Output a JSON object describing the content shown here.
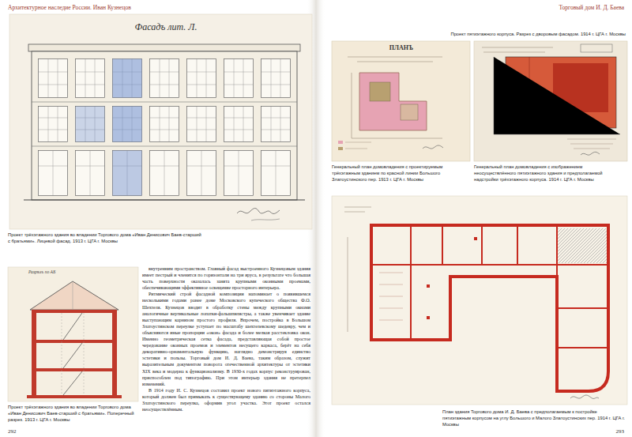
{
  "diagram": {
    "labels": [
      "Архитектурное наследие России. Иван Кузнецов",
      "Торговый дом И. Д. Баева",
      "Фасадъ лит. Л.",
      "Проект трёхэтажного здания во владении Торгового дома «Иван Денисович Баев-старший с братьями». Лицевой фасад. 1913 г. ЦГА г. Москвы",
      "Разрѣзъ по АБ",
      "Проект трёхэтажного здания во владении Торгового дома «Иван Денисович Баев-старший с братьями». Поперечный разрез. 1913 г. ЦГА г. Москвы",
      "внутренним пространством. Главный фасад выстроенного Кузнецовым здания имеет пестрый и членится по горизонтали на три яруса, в результате что большая часть поверхности оказалась занята крупными оконными проемами, обеспечивающими эффективное освещение просторного интерьера.",
      "Ритмический строй фасадной композиции напоминает о появившемся несколькими годами ранее доме Московского купеческого общества Ф.О. Шехтеля. Кузнецов вводит в обработку стены между крупными окнами аналогичные вертикальные лопатки-фальшпилястры, а также увенчивает здание выступающим карнизом простого профиля. Впрочем, постройка в Большом Златоустинском переулке уступает по масштабу шехтелевскому шедевру, чем и объясняются иные пропорции «окон» фасада и более мелкая расстекловка окон. Именно геометрическая сетка фасада, представляющая собой простое чередование оконных проемов и элементов несущего каркаса, берёт на себя декоративно-орнаментальную функцию, наглядно демонстрируя единство эстетики и пользы. Торговый дом И. Д. Баева, таким образом, служит выразительным документом поворота отечественной архитектуры от эстетики XIX века и модерна к функционализму. В 1930-х годах корпус реконструирован, приспособлен под типографию. При этом интерьер здания не претерпел изменений.",
      "В 1914 году И. С. Кузнецов составил проект нового пятиэтажного корпуса, который должен был примыкать к существующему зданию со стороны Малого Златоустинского переулка, оформив угол участка. Этот проект остался неосуществлённым.",
      "Проект пятиэтажного корпуса. Разрез с дворовым фасадом. 1914 г. ЦГА г. Москвы",
      "ПЛАНЪ",
      "Генеральный план домовладения с проектируемым трёхэтажным зданием по красной линии Большого Златоустинского пер. 1913 г. ЦГА г. Москвы",
      "Генеральный план домовладения с изображением неосуществлённого пятиэтажного здания и предполагаемой надстройки трёхэтажного корпуса. 1914 г. ЦГА г. Москвы",
      "План здания Торгового дома И. Д. Баева с предполагаемым к постройке пятиэтажным корпусом на углу Большого и Малого Златоустинских пер. 1914 г. ЦГА г. Москвы",
      "292",
      "293"
    ]
  }
}
